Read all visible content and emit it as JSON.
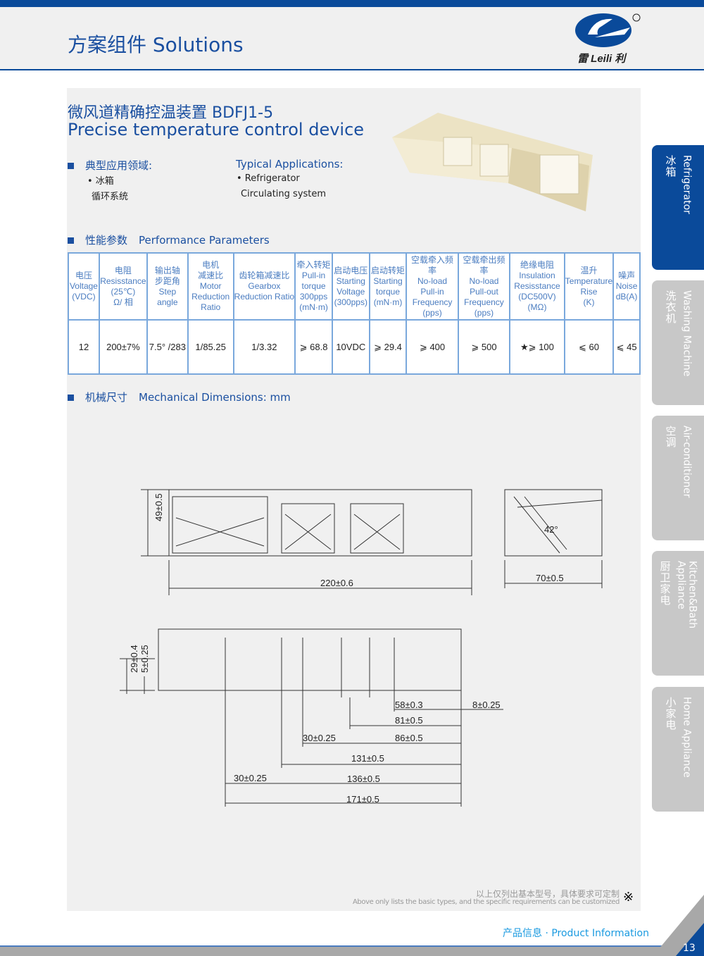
{
  "header": {
    "title": "方案组件 Solutions",
    "logo_text": "雷 Leili 利"
  },
  "product": {
    "title_cn": "微风道精确控温装置 BDFJ1-5",
    "title_en": "Precise temperature control device"
  },
  "applications": {
    "label_cn": "典型应用领域:",
    "label_en": "Typical Applications:",
    "items_cn": [
      "• 冰箱",
      "循环系统"
    ],
    "items_en": [
      "• Refrigerator",
      "Circulating system"
    ]
  },
  "performance": {
    "label_cn": "性能参数",
    "label_en": "Performance Parameters",
    "headers": [
      [
        "电压",
        "Voltage",
        "(VDC)"
      ],
      [
        "电阻",
        "Resisstance",
        "(25℃)",
        "Ω/ 相"
      ],
      [
        "输出轴",
        "步距角",
        "Step angle"
      ],
      [
        "电机",
        "减速比",
        "Motor",
        "Reduction",
        "Ratio"
      ],
      [
        "齿轮箱减速比",
        "Gearbox",
        "Reduction Ratio"
      ],
      [
        "牵入转矩",
        "Pull-in",
        "torque",
        "300pps",
        "(mN·m)"
      ],
      [
        "启动电压",
        "Starting",
        "Voltage",
        "(300pps)"
      ],
      [
        "启动转矩",
        "Starting",
        "torque",
        "(mN·m)"
      ],
      [
        "空载牵入频率",
        "No-load",
        "Pull-in",
        "Frequency",
        "(pps)"
      ],
      [
        "空载牵出频率",
        "No-load",
        "Pull-out",
        "Frequency",
        "(pps)"
      ],
      [
        "绝缘电阻",
        "Insulation",
        "Resisstance",
        "(DC500V)(MΩ)"
      ],
      [
        "温升",
        "Temperature",
        "Rise",
        "(K)"
      ],
      [
        "噪声",
        "Noise",
        "dB(A)"
      ]
    ],
    "values": [
      "12",
      "200±7%",
      "7.5° /283",
      "1/85.25",
      "1/3.32",
      "⩾ 68.8",
      "10VDC",
      "⩾ 29.4",
      "⩾ 400",
      "⩾ 500",
      "★⩾ 100",
      "⩽ 60",
      "⩽ 45"
    ]
  },
  "mechanical": {
    "label_cn": "机械尺寸",
    "label_en": "Mechanical Dimensions: mm",
    "dims": {
      "h": "49±0.5",
      "w": "220±0.6",
      "d": "70±0.5",
      "angle": "42°",
      "h2": "29±0.4",
      "h3": "5±0.25",
      "a": "58±0.3",
      "b": "8±0.25",
      "c": "81±0.5",
      "d2": "30±0.25",
      "e": "86±0.5",
      "f": "131±0.5",
      "g": "30±0.25",
      "i": "136±0.5",
      "j": "171±0.5"
    }
  },
  "tabs": [
    {
      "cn": "冰箱",
      "en": "Refrigerator",
      "active": true
    },
    {
      "cn": "洗衣机",
      "en": "Washing Machine"
    },
    {
      "cn": "空调",
      "en": "Air-conditioner"
    },
    {
      "cn": "厨卫家电",
      "en": "Kitchen&Bath Appliance"
    },
    {
      "cn": "小家电",
      "en": "Home Appliance"
    }
  ],
  "notes": {
    "cn": "以上仅列出基本型号，具体要求可定制",
    "en": "Above only lists the basic types, and the specific requirements can be customized",
    "symbol": "※"
  },
  "footer": {
    "label": "产品信息 · Product Information",
    "page": "13"
  },
  "colors": {
    "brand": "#0a4a9a",
    "table_border": "#7aa8dc",
    "footer": "#1a9ae0"
  }
}
